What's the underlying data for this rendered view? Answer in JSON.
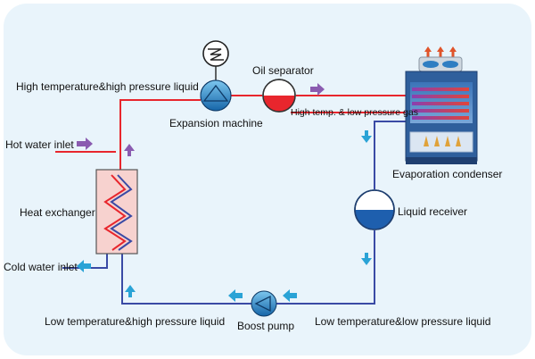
{
  "labels": {
    "high_temp_high_pressure_liquid": "High temperature&high pressure liquid",
    "oil_separator": "Oil separator",
    "expansion_machine": "Expansion machine",
    "high_temp_low_pressure_gas": "High temp. & low pressure gas",
    "hot_water_inlet": "Hot water inlet",
    "heat_exchanger": "Heat exchanger",
    "cold_water_inlet": "Cold water inlet",
    "evaporation_condenser": "Evaporation condenser",
    "liquid_receiver": "Liquid receiver",
    "low_temp_high_pressure_liquid": "Low temperature&high pressure liquid",
    "boost_pump": "Boost pump",
    "low_temp_low_pressure_liquid": "Low temperature&low pressure liquid"
  },
  "colors": {
    "background": "#e9f4fb",
    "hot_pipe": "#e8262d",
    "cold_pipe": "#3a4aa5",
    "flow_arrow_hot": "#8a5bb0",
    "flow_arrow_cold": "#2aa3d6",
    "component_blue": "#1e7fc0",
    "heat_exchanger_fill": "#f7d2cf"
  }
}
